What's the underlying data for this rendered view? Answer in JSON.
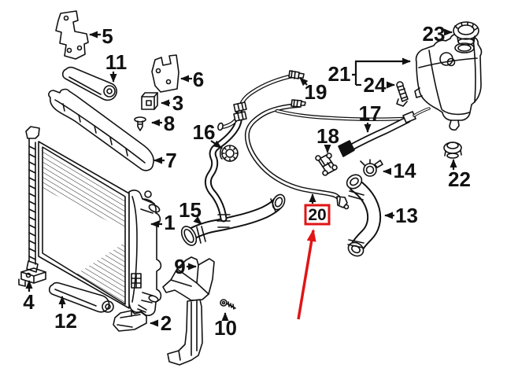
{
  "diagram_type": "exploded-parts-diagram",
  "part_labels": {
    "1": "1",
    "2": "2",
    "3": "3",
    "4": "4",
    "5": "5",
    "6": "6",
    "7": "7",
    "8": "8",
    "9": "9",
    "10": "10",
    "11": "11",
    "12": "12",
    "13": "13",
    "14": "14",
    "15": "15",
    "16": "16",
    "17": "17",
    "18": "18",
    "19": "19",
    "20": "20",
    "21": "21",
    "22": "22",
    "23": "23",
    "24": "24"
  },
  "highlight": {
    "highlighted_part": "20",
    "color": "#e01515"
  },
  "colors": {
    "line": "#111111",
    "background": "#ffffff"
  }
}
